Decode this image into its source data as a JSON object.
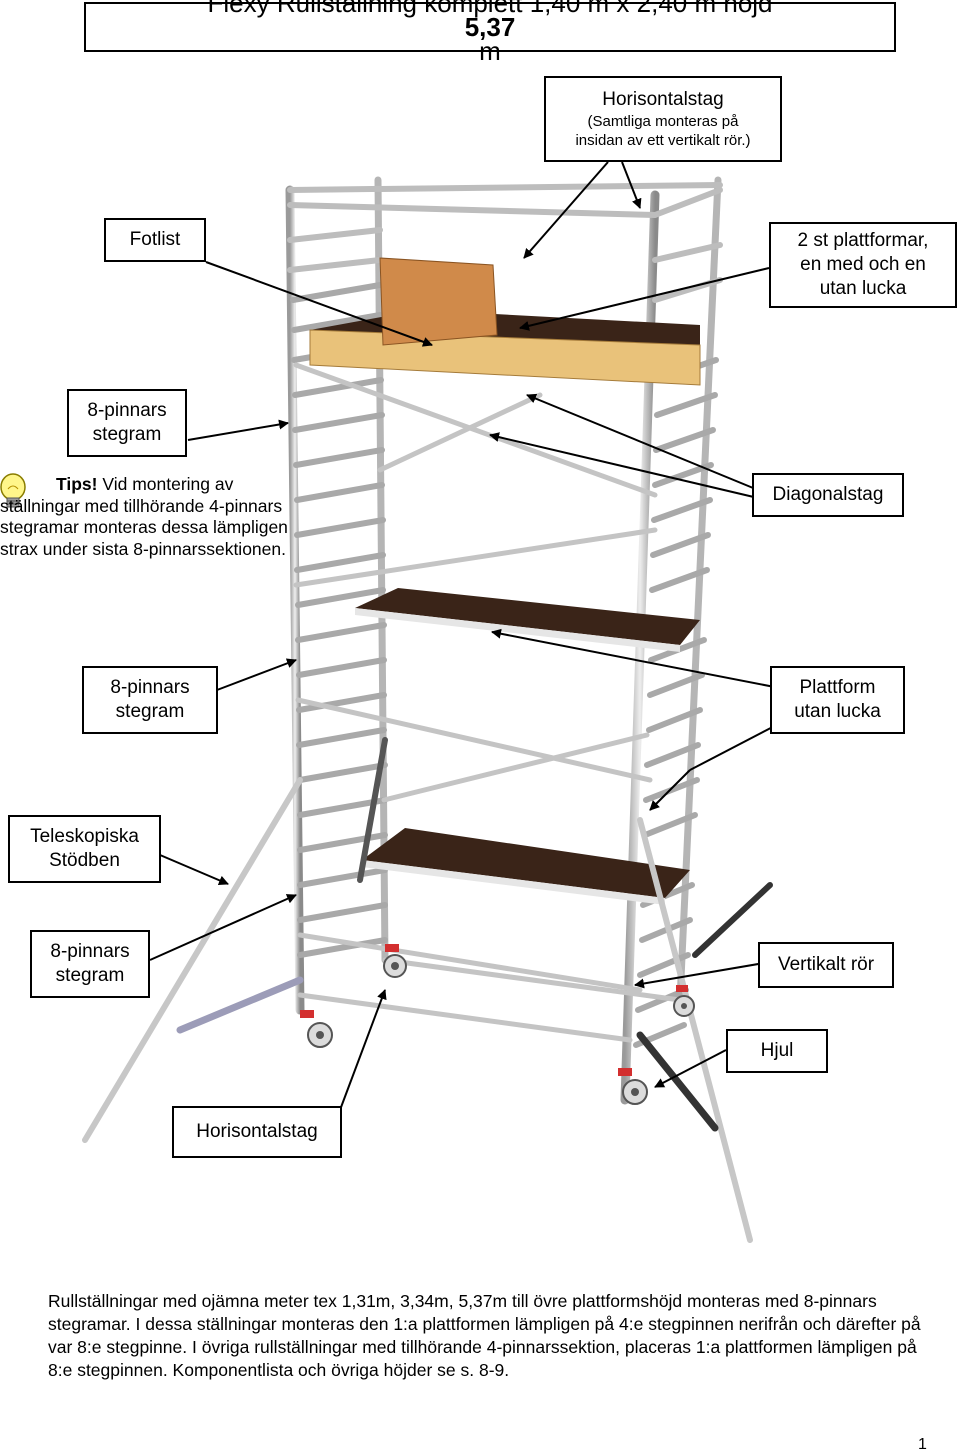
{
  "title": {
    "prefix": "Flexy Rullställning komplett 1,40 m x 2,40 m höjd ",
    "height": "5,37",
    "suffix": " m"
  },
  "labels": {
    "horisontalstag_top": {
      "line1": "Horisontalstag",
      "line2": "(Samtliga monteras på",
      "line3": "insidan av ett vertikalt rör.)"
    },
    "fotlist": "Fotlist",
    "plattformar": {
      "line1": "2 st plattformar,",
      "line2": "en med och en",
      "line3": "utan lucka"
    },
    "stegram_1": {
      "line1": "8-pinnars",
      "line2": "stegram"
    },
    "diagonalstag": "Diagonalstag",
    "stegram_2": {
      "line1": "8-pinnars",
      "line2": "stegram"
    },
    "plattform_utan": {
      "line1": "Plattform",
      "line2": "utan lucka"
    },
    "teleskopiska": {
      "line1": "Teleskopiska",
      "line2": "Stödben"
    },
    "stegram_3": {
      "line1": "8-pinnars",
      "line2": "stegram"
    },
    "vertikalt_ror": "Vertikalt rör",
    "hjul": "Hjul",
    "horisontalstag_bottom": "Horisontalstag"
  },
  "tips": {
    "lead": "Tips!",
    "text": " Vid montering av ställningar med tillhörande 4-pinnars stegramar monteras dessa lämpligen strax under sista 8-pinnarssektionen."
  },
  "note": "Rullställningar med ojämna meter tex 1,31m, 3,34m, 5,37m till övre plattformshöjd monteras med 8-pinnars stegramar. I dessa ställningar monteras den 1:a plattformen lämpligen på 4:e stegpinnen nerifrån och därefter på var 8:e stegpinne. I övriga rullställningar med tillhörande 4-pinnarssektion, placeras 1:a plattformen lämpligen på 8:e stegpinnen. Komponentlista och övriga höjder se s. 8-9.",
  "page_number": "1",
  "colors": {
    "tube": "#c8c8c8",
    "platform_deck": "#3a2418",
    "platform_wood": "#e9c27a",
    "toeboard": "#d08a4a",
    "wheel_red": "#d32f2f"
  }
}
